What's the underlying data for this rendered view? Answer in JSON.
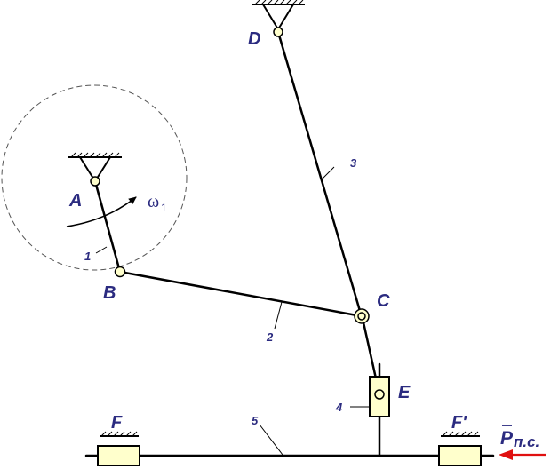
{
  "points": {
    "A": "A",
    "B": "B",
    "C": "C",
    "D": "D",
    "E": "E",
    "F": "F",
    "F_prime": "F′"
  },
  "links": {
    "link1": "1",
    "link2": "2",
    "link3": "3",
    "link4": "4",
    "link5": "5"
  },
  "angular_velocity": {
    "symbol": "ω",
    "subscript": "1"
  },
  "force": {
    "symbol": "P",
    "subscript": "п.с.",
    "arrow_color": "#e01010"
  },
  "colors": {
    "label": "#2b2b80",
    "joint_fill": "#ffffcc",
    "slider_fill": "#ffffcc"
  }
}
